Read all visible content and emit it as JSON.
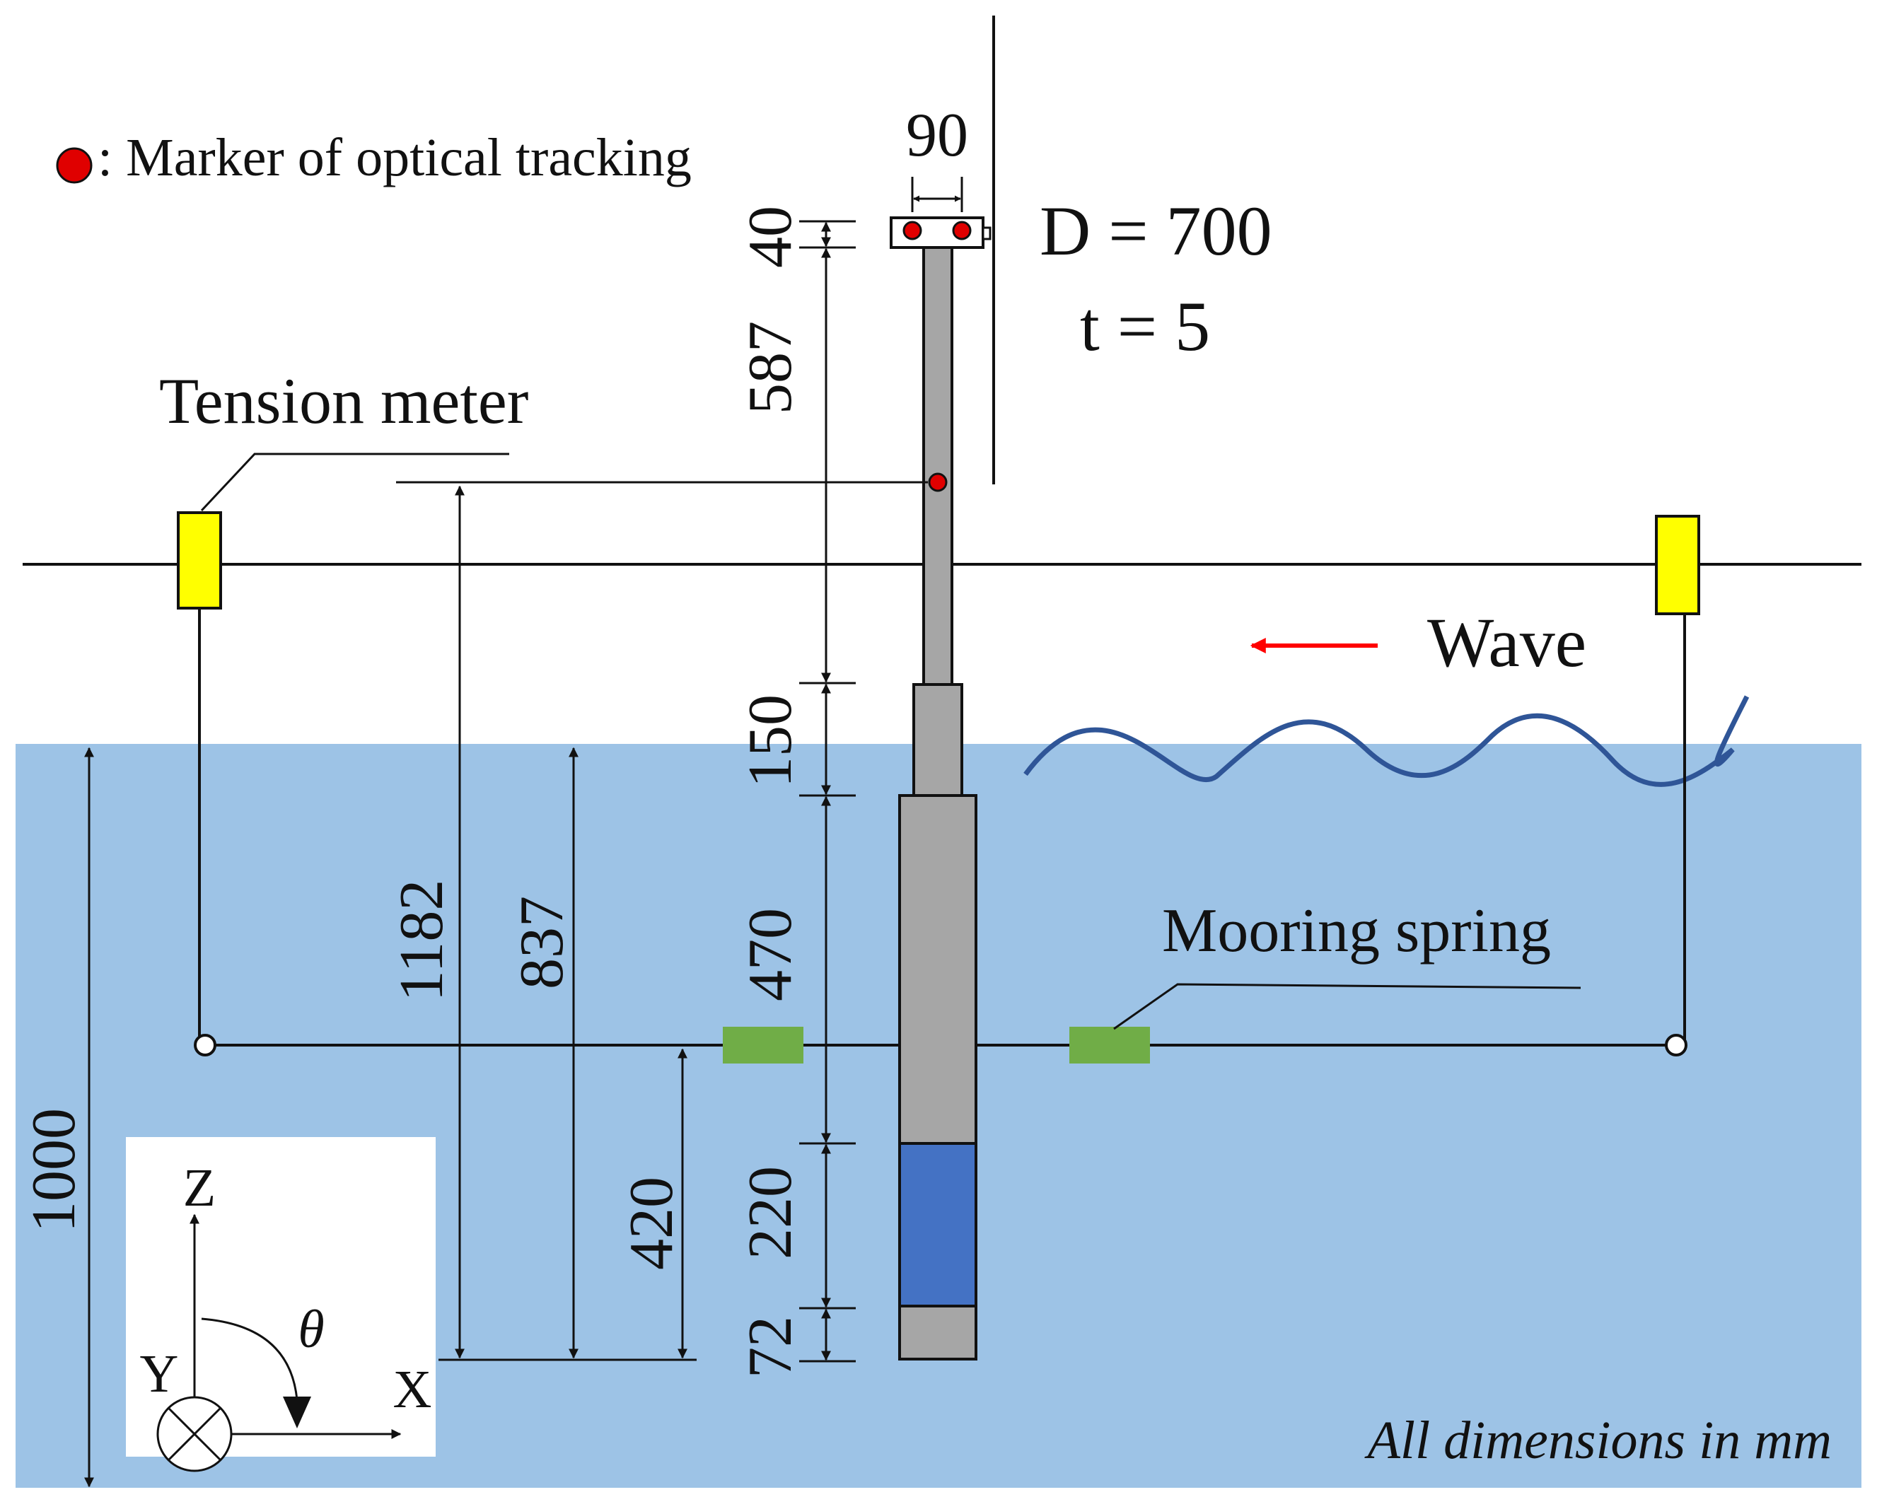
{
  "legend": {
    "marker_label": ": Marker of optical tracking"
  },
  "structure": {
    "diameter_label": "D = 700",
    "thickness_label": "t = 5"
  },
  "labels": {
    "tension_meter": "Tension meter",
    "wave": "Wave",
    "mooring_spring": "Mooring spring",
    "units_note": "All dimensions in mm"
  },
  "dimensions": {
    "marker_spacing": "90",
    "top_cap": "40",
    "upper_column": "587",
    "transition": "150",
    "mid_column": "470",
    "ballast": "220",
    "bottom": "72",
    "water_depth": "1000",
    "marker_height": "1182",
    "sea_level_height": "837",
    "mooring_height": "420"
  },
  "axes": {
    "z": "Z",
    "x": "X",
    "y": "Y",
    "theta": "θ"
  },
  "colors": {
    "water": "#9dc3e6",
    "column": "#a6a6a6",
    "ballast": "#4472c4",
    "tension_meter": "#ffff00",
    "spring": "#70ad47",
    "marker": "#e00000",
    "wave_line": "#2f5597",
    "wave_arrow": "#ff0000"
  }
}
